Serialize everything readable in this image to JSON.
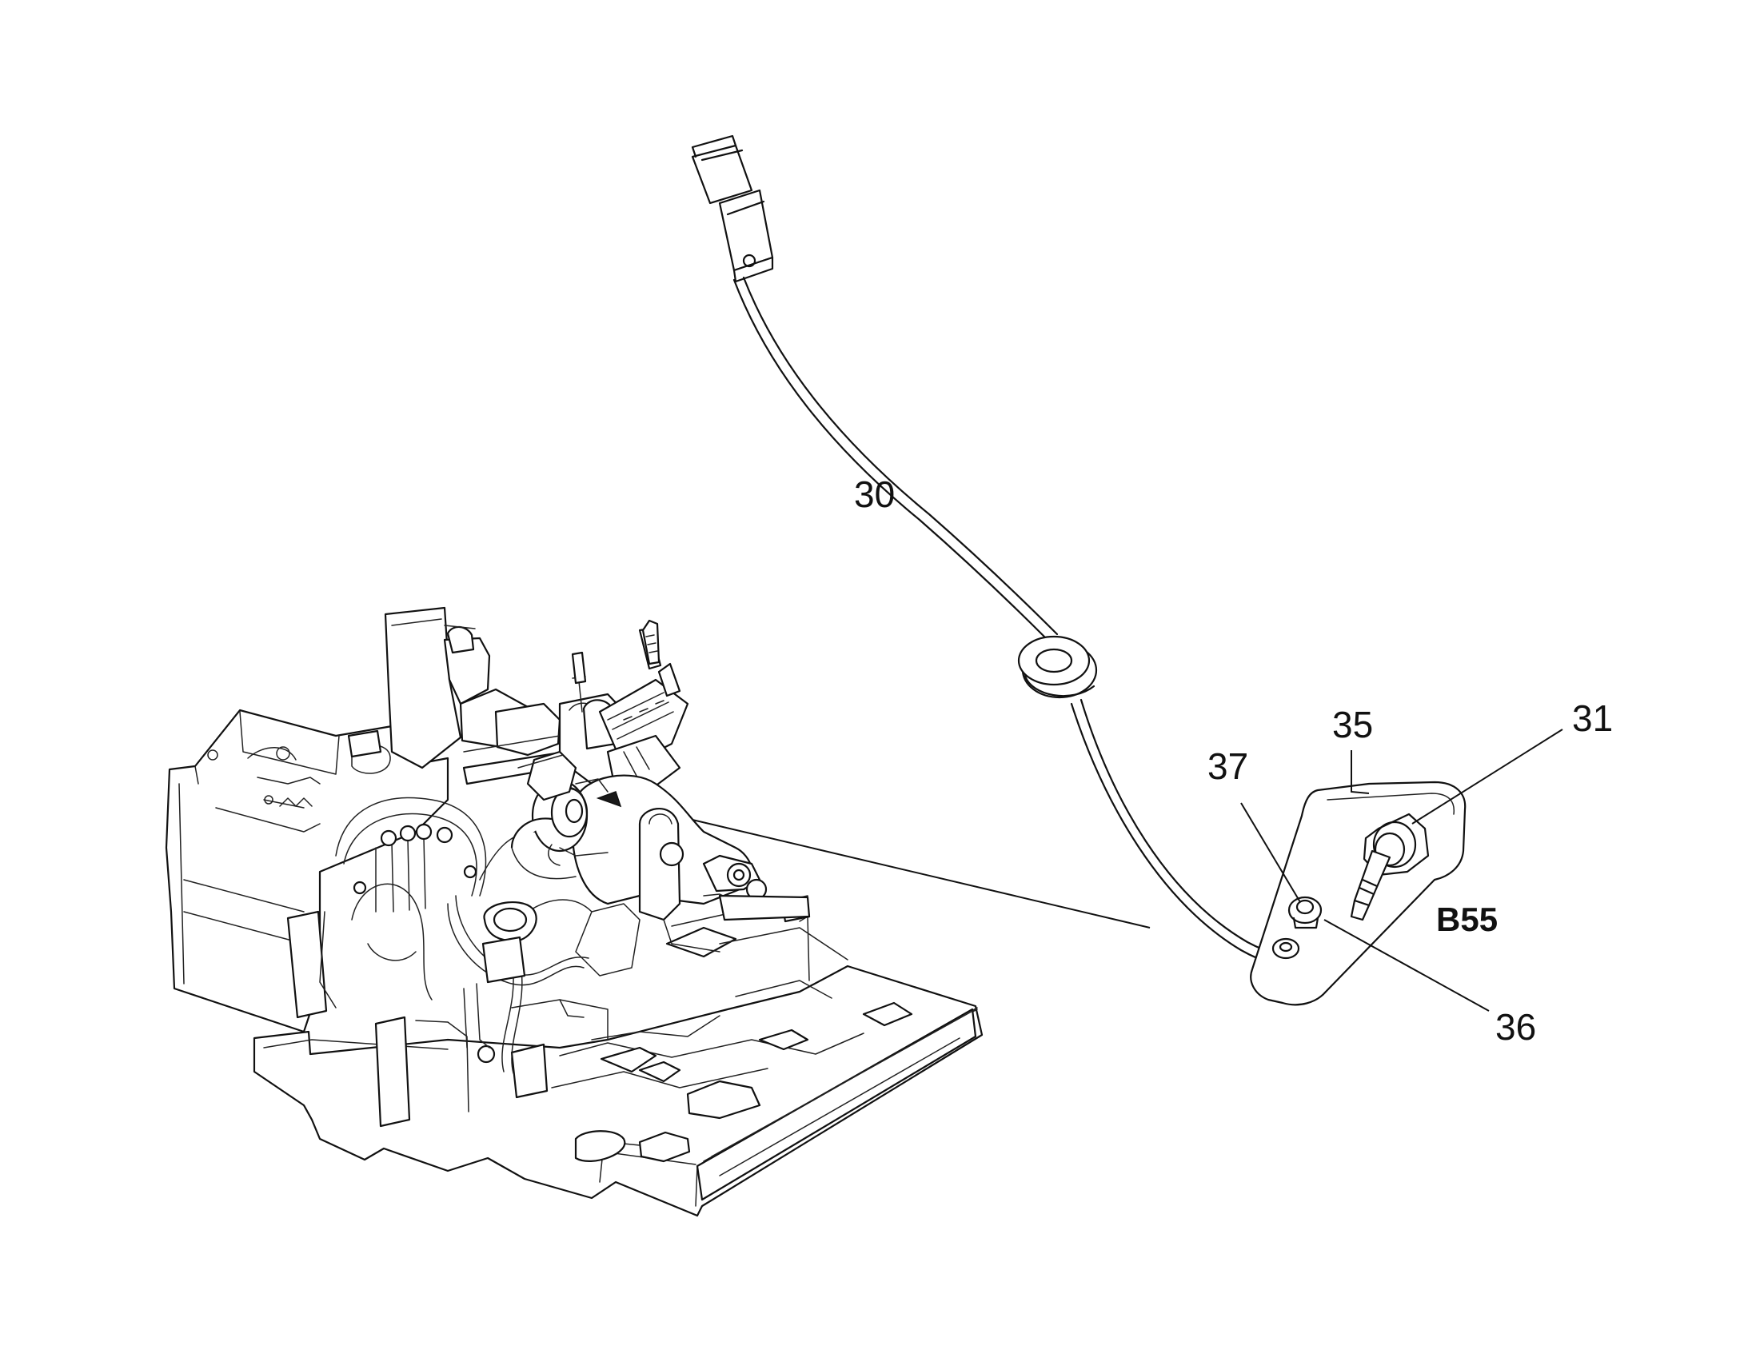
{
  "callouts": {
    "p30": "30",
    "p31": "31",
    "p35": "35",
    "p36": "36",
    "p37": "37",
    "b55": "B55"
  },
  "colors": {
    "line": "#111111",
    "background": "#ffffff"
  }
}
